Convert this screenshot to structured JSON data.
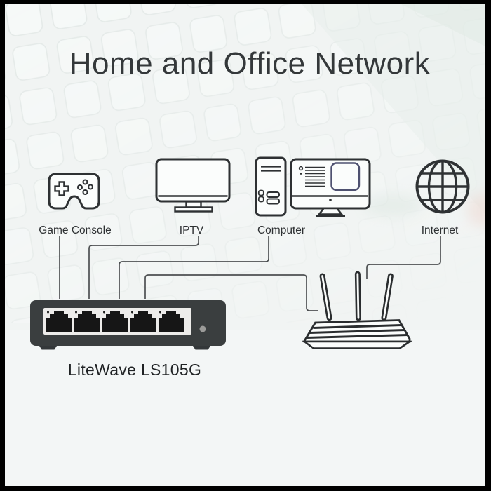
{
  "title": "Home and Office Network",
  "devices": [
    {
      "id": "game-console",
      "label": "Game Console",
      "icon": "gamepad-icon"
    },
    {
      "id": "iptv",
      "label": "IPTV",
      "icon": "tv-icon"
    },
    {
      "id": "computer",
      "label": "Computer",
      "icon": "desktop-computer-icon"
    },
    {
      "id": "internet",
      "label": "Internet",
      "icon": "globe-icon"
    }
  ],
  "switch": {
    "model": "LiteWave LS105G",
    "port_count": 5
  },
  "router": {
    "type": "wireless-router",
    "antenna_count": 3
  },
  "connections": [
    {
      "from": "game-console",
      "to": "switch"
    },
    {
      "from": "iptv",
      "to": "switch"
    },
    {
      "from": "computer",
      "to": "switch"
    },
    {
      "from": "switch",
      "to": "router"
    },
    {
      "from": "internet",
      "to": "router"
    }
  ],
  "colors": {
    "frame": "#000000",
    "background": "#f1f4f3",
    "cable_line": "#4d5052",
    "icon_stroke": "#2e3133",
    "switch_body": "#3a3e3f",
    "switch_panel": "#edecea",
    "port_black": "#161616",
    "led_gray": "#9b9b99",
    "title_text": "#34383a",
    "label_text": "#2e3133"
  }
}
